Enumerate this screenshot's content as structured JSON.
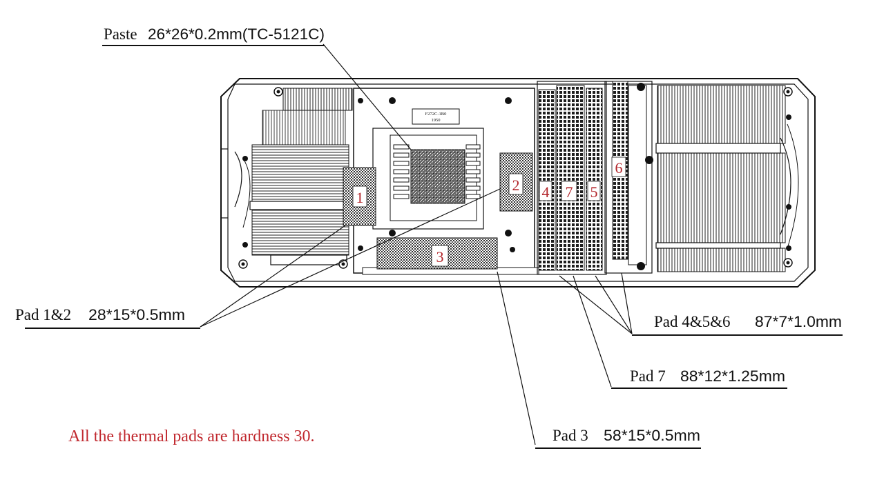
{
  "callouts": {
    "paste": {
      "label": "Paste",
      "value": "26*26*0.2mm(TC-5121C)"
    },
    "pad12": {
      "label": "Pad 1&2",
      "value": "28*15*0.5mm"
    },
    "pad456": {
      "label": "Pad 4&5&6",
      "value": "87*7*1.0mm"
    },
    "pad7": {
      "label": "Pad 7",
      "value": "88*12*1.25mm"
    },
    "pad3": {
      "label": "Pad 3",
      "value": "58*15*0.5mm"
    }
  },
  "note": "All the thermal pads are hardness 30.",
  "pad_numbers": {
    "p1": "1",
    "p2": "2",
    "p3": "3",
    "p4": "4",
    "p5": "5",
    "p6": "6",
    "p7": "7"
  },
  "chip_label": {
    "line1": "F272C-1B0",
    "line2": "1950"
  },
  "colors": {
    "ink": "#111111",
    "note_red": "#c0272d",
    "number_red": "#b3262b",
    "pad_fill": "#4a4a4a"
  }
}
